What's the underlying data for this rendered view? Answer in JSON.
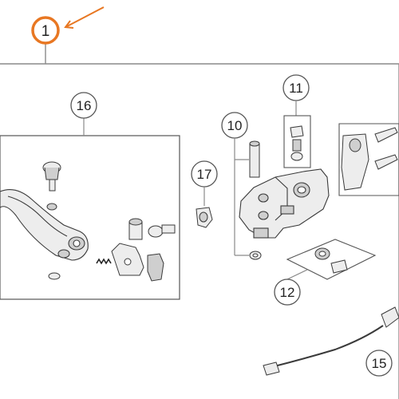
{
  "diagram": {
    "colors": {
      "line": "#8a8a8a",
      "part_stroke": "#3a3a3a",
      "part_fill": "#ededed",
      "part_shade": "#cfcfcf",
      "highlight": "#e87722"
    },
    "callouts": [
      {
        "id": "c1",
        "label": "1",
        "highlighted": true
      },
      {
        "id": "c10",
        "label": "10"
      },
      {
        "id": "c11",
        "label": "11"
      },
      {
        "id": "c12",
        "label": "12"
      },
      {
        "id": "c15",
        "label": "15"
      },
      {
        "id": "c16",
        "label": "16"
      },
      {
        "id": "c17",
        "label": "17"
      }
    ]
  }
}
